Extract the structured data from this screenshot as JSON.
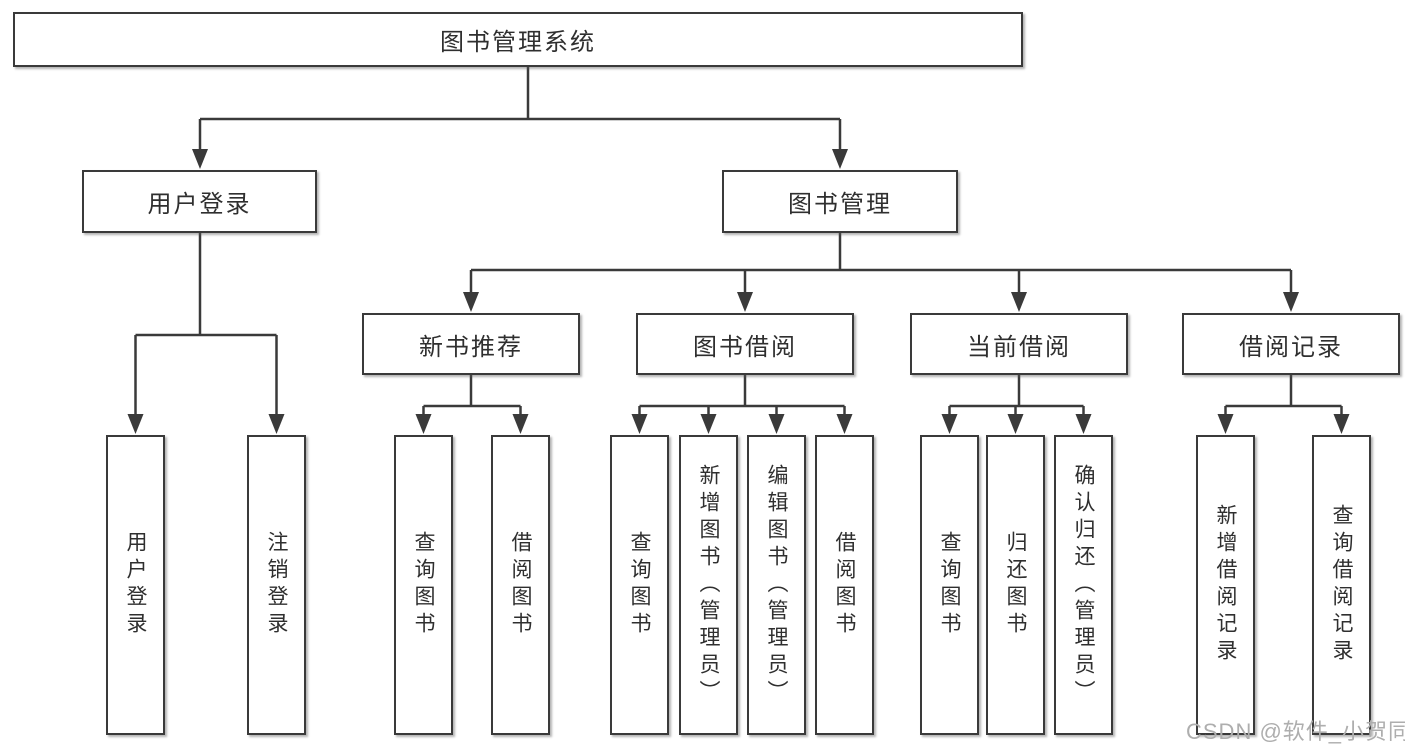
{
  "diagram_type": "tree-structure-chart",
  "colors": {
    "background": "#ffffff",
    "line": "#3a3a3a",
    "box_border": "#3a3a3a",
    "text": "#2f2f2f",
    "watermark": "#aeaeae"
  },
  "tree": {
    "root": "图书管理系统",
    "branches": [
      {
        "label": "用户登录",
        "leaves": [
          "用户登录",
          "注销登录"
        ]
      },
      {
        "label": "图书管理",
        "groups": [
          {
            "label": "新书推荐",
            "leaves": [
              "查询图书",
              "借阅图书"
            ]
          },
          {
            "label": "图书借阅",
            "leaves": [
              "查询图书",
              "新增图书（管理员）",
              "编辑图书（管理员）",
              "借阅图书"
            ]
          },
          {
            "label": "当前借阅",
            "leaves": [
              "查询图书",
              "归还图书",
              "确认归还（管理员）"
            ]
          },
          {
            "label": "借阅记录",
            "leaves": [
              "新增借阅记录",
              "查询借阅记录"
            ]
          }
        ]
      }
    ]
  },
  "watermark": {
    "text": "CSDN @软件_小贺同学"
  }
}
